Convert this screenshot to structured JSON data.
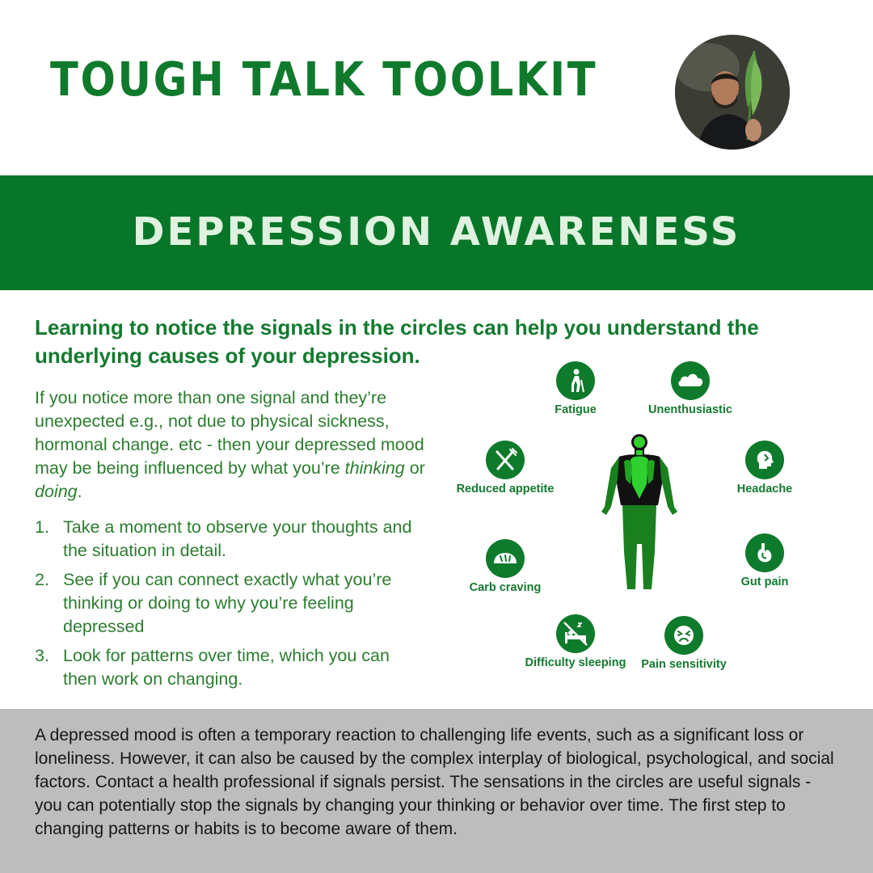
{
  "header": {
    "brand_title": "TOUGH TALK TOOLKIT",
    "accent_color": "#0f7a2c"
  },
  "banner": {
    "title": "DEPRESSION AWARENESS",
    "background_color": "#077628"
  },
  "lead": "Learning to notice the signals in the circles can help you understand the underlying causes of your depression.",
  "intro": {
    "text_before": "If you notice more than one signal and they’re unexpected e.g., not due to physical sickness, hormonal change. etc - then your depressed mood may be being influenced by what you’re ",
    "italic_1": "thinking",
    "connector": " or ",
    "italic_2": "doing",
    "end": "."
  },
  "steps": [
    {
      "number": "1.",
      "text": "Take a moment to observe your thoughts and the situation in detail."
    },
    {
      "number": "2.",
      "text": "See if you can connect exactly what you’re thinking or doing to why you’re feeling depressed"
    },
    {
      "number": "3.",
      "text": "Look for patterns over time, which you can then work on changing."
    }
  ],
  "signals": [
    {
      "label": "Fatigue",
      "icon": "fatigue-icon"
    },
    {
      "label": "Unenthusiastic",
      "icon": "cloud-icon"
    },
    {
      "label": "Reduced appetite",
      "icon": "fork-knife-icon"
    },
    {
      "label": "Headache",
      "icon": "headache-icon"
    },
    {
      "label": "Carb craving",
      "icon": "bread-icon"
    },
    {
      "label": "Gut pain",
      "icon": "stomach-icon"
    },
    {
      "label": "Difficulty sleeping",
      "icon": "sleep-icon"
    },
    {
      "label": "Pain sensitivity",
      "icon": "pain-face-icon"
    }
  ],
  "footer": {
    "text": "A depressed mood is often a temporary reaction to challenging life events, such as a significant loss or loneliness. However, it can also be caused by the complex interplay of biological, psychological, and social factors. Contact a health professional if signals persist. The sensations in the circles are useful signals - you can potentially stop the signals by changing your thinking or behavior over time. The first step to changing patterns or habits is to become aware of them."
  }
}
